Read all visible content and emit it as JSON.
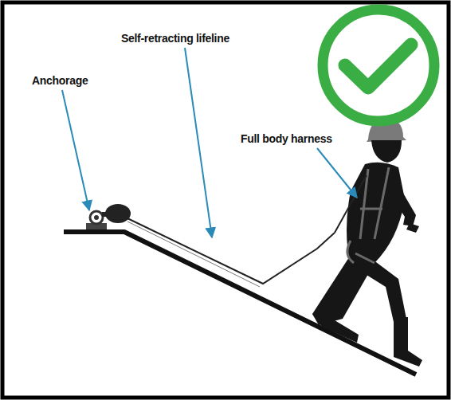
{
  "diagram": {
    "labels": [
      "Anchorage",
      "Self-retracting lifeline",
      "Full body harness"
    ]
  }
}
